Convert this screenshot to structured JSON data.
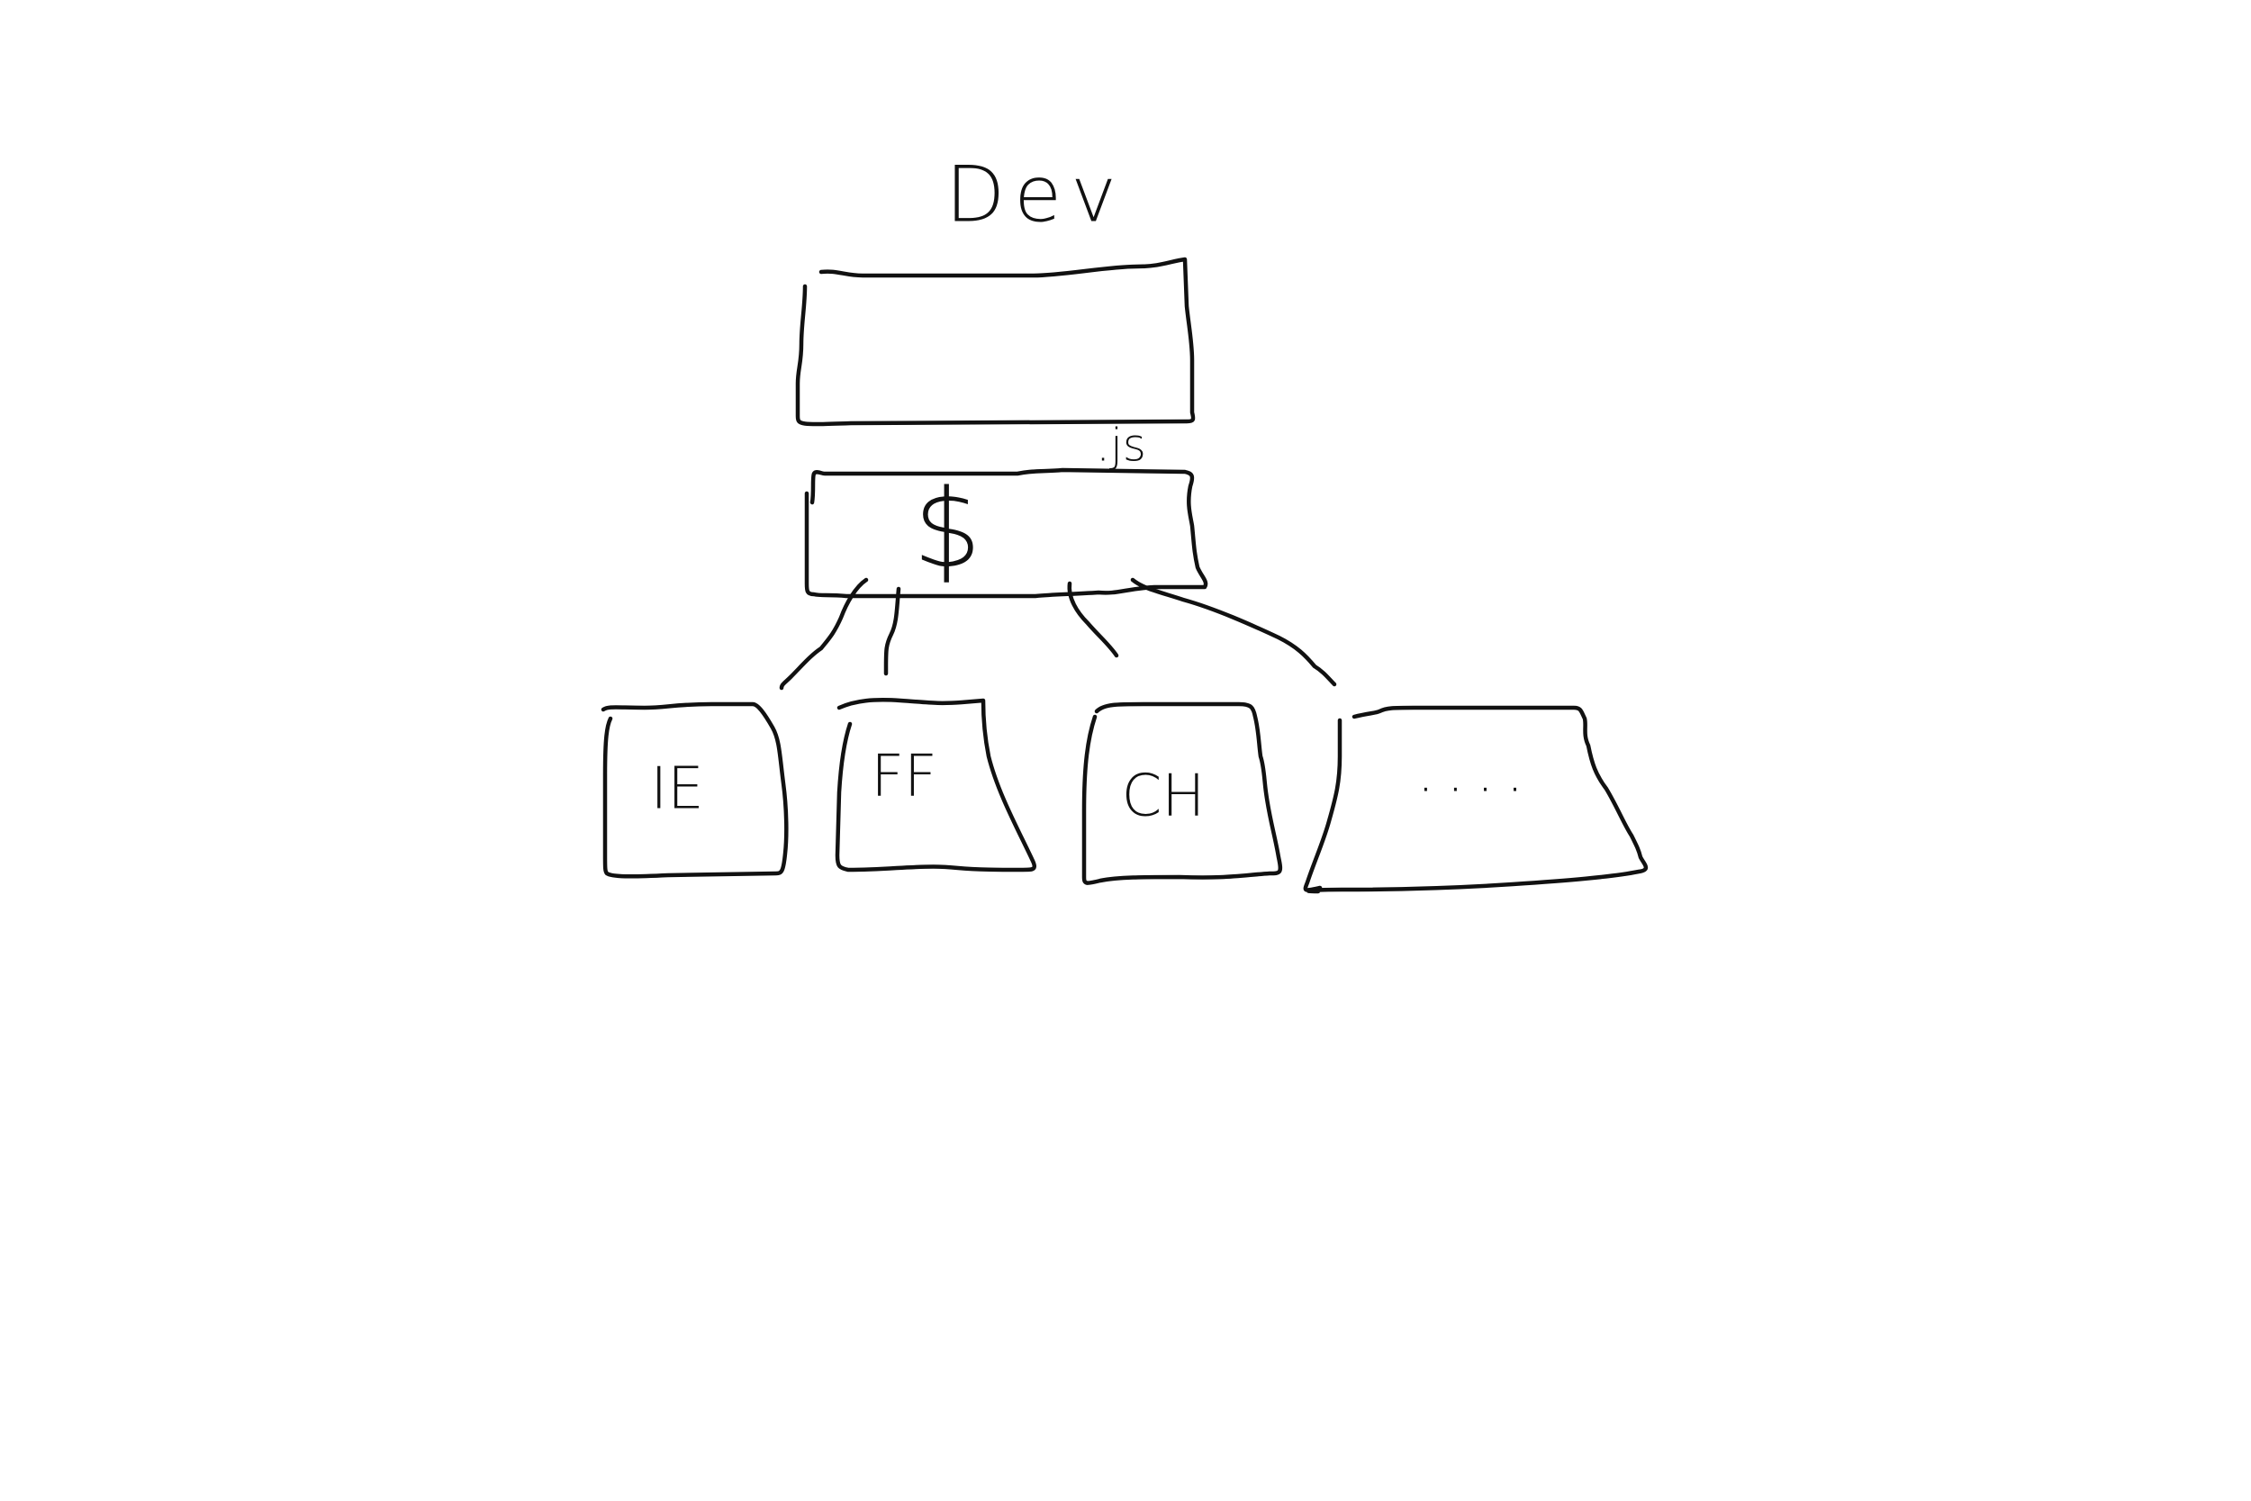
{
  "canvas": {
    "background": "#ffffff",
    "ink_color": "#111111"
  },
  "diagram": {
    "title": "Dev",
    "top_box": {
      "label": ""
    },
    "library_box": {
      "symbol": "$",
      "annotation": ".js"
    },
    "children": [
      {
        "label": "IE"
      },
      {
        "label": "FF"
      },
      {
        "label": "CH"
      },
      {
        "label": "...."
      }
    ]
  }
}
